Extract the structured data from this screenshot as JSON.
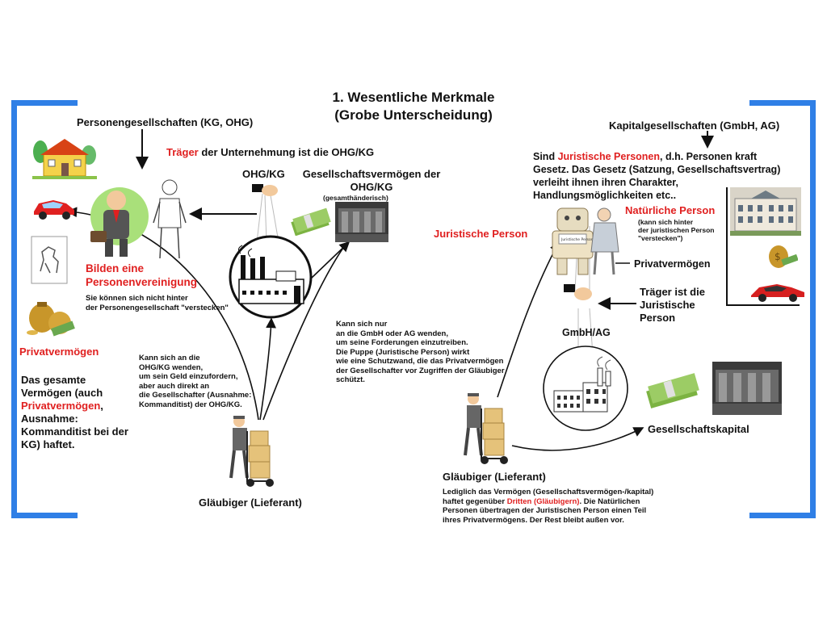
{
  "title": {
    "line1": "1. Wesentliche Merkmale",
    "line2": "(Grobe Unterscheidung)"
  },
  "colors": {
    "accent": "#2f7fe6",
    "highlight": "#e02020"
  },
  "left": {
    "heading": "Personengesellschaften (KG, OHG)",
    "traeger_red": "Träger",
    "traeger_rest": " der Unternehmung ist die OHG/KG",
    "ohgkg_label": "OHG/KG",
    "vermoegen_title": "Gesellschaftsvermögen der OHG/KG",
    "vermoegen_sub": "(gesamthänderisch)",
    "bilden_line1": "Bilden eine",
    "bilden_line2": "Personenvereinigung",
    "verstecken_line1": "Sie können sich nicht hinter",
    "verstecken_line2": "der Personengesellschaft \"verstecken\"",
    "privat_label": "Privatvermögen",
    "gesamt_line1": "Das gesamte",
    "gesamt_line2": "Vermögen (auch",
    "gesamt_line3_red": "Privatvermögen",
    "gesamt_line3_rest": ",",
    "gesamt_line4": "Ausnahme:",
    "gesamt_line5": "Kommanditist bei der",
    "gesamt_line6": "KG) haftet.",
    "kann_lines": [
      "Kann sich an die",
      "OHG/KG wenden,",
      "um sein Geld einzufordern,",
      "aber auch direkt an",
      "die Gesellschafter (Ausnahme:",
      "Kommanditist) der OHG/KG."
    ],
    "glaeubiger": "Gläubiger (Lieferant)"
  },
  "middle": {
    "kann_lines": [
      "Kann sich nur",
      "an die GmbH oder AG wenden,",
      "um seine Forderungen einzutreiben.",
      "Die Puppe (Juristische Person) wirkt",
      "wie eine Schutzwand, die das Privatvermögen",
      "der Gesellschafter vor Zugriffen der Gläubiger",
      "schützt."
    ]
  },
  "right": {
    "heading": "Kapitalgesellschaften (GmbH, AG)",
    "sind_pre": "Sind ",
    "sind_red": "Juristische Personen",
    "sind_post": ", d.h. Personen kraft",
    "lines": [
      "Gesetz. Das Gesetz (Satzung, Gesellschaftsvertrag)",
      "verleiht ihnen ihren Charakter,",
      "Handlungsmöglichkeiten etc.."
    ],
    "juristische_person": "Juristische Person",
    "natuerliche_person": "Natürliche Person",
    "nat_sub_lines": [
      "(kann sich hinter",
      "der juristischen Person",
      "\"verstecken\")"
    ],
    "privatvermoegen": "Privatvermögen",
    "traeger_lines": [
      "Träger ist die",
      "Juristische",
      "Person"
    ],
    "gmbh_ag": "GmbH/AG",
    "gesellschaftskapital": "Gesellschaftskapital",
    "glaeubiger": "Gläubiger (Lieferant)",
    "lediglich_line1": "Lediglich das Vermögen (Gesellschaftsvermögen-/kapital)",
    "lediglich_line2_pre": "haftet gegenüber ",
    "lediglich_line2_red": "Dritten (Gläubigern)",
    "lediglich_line2_post": ". Die Natürlichen",
    "lediglich_line3": "Personen übertragen der Juristischen Person einen Teil",
    "lediglich_line4": "ihres Privatvermögens. Der Rest bleibt außen vor.",
    "puppet_label": "Juristische Person"
  }
}
